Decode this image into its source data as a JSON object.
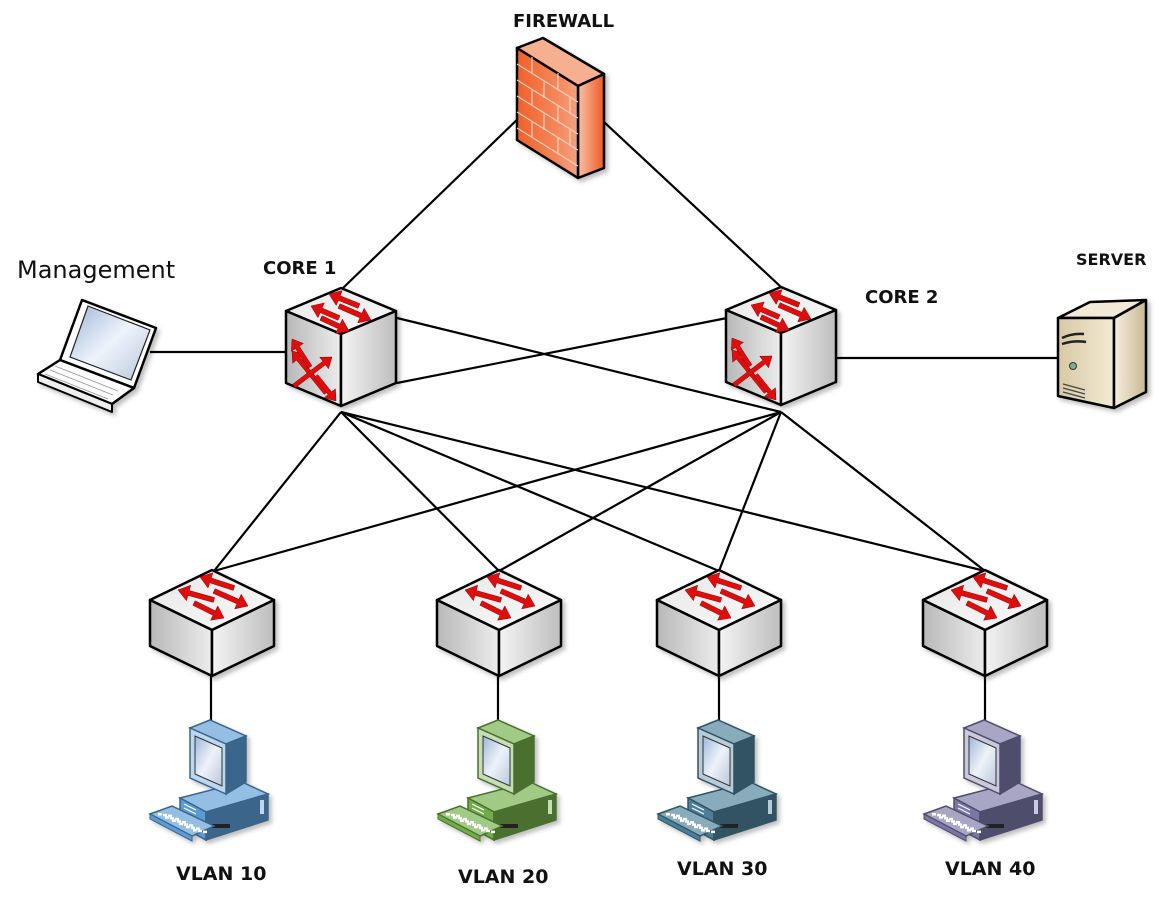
{
  "diagram": {
    "title": "",
    "nodes": {
      "firewall": {
        "label": "FIREWALL",
        "type": "firewall"
      },
      "core1": {
        "label": "CORE 1",
        "type": "multilayer-switch"
      },
      "core2": {
        "label": "CORE 2",
        "type": "multilayer-switch"
      },
      "management": {
        "label": "Management",
        "type": "laptop"
      },
      "server": {
        "label": "SERVER",
        "type": "server"
      },
      "access1": {
        "label": "",
        "type": "switch"
      },
      "access2": {
        "label": "",
        "type": "switch"
      },
      "access3": {
        "label": "",
        "type": "switch"
      },
      "access4": {
        "label": "",
        "type": "switch"
      },
      "pc10": {
        "label": "VLAN 10",
        "type": "workstation",
        "color": "#5b9bd5"
      },
      "pc20": {
        "label": "VLAN 20",
        "type": "workstation",
        "color": "#70ad47"
      },
      "pc30": {
        "label": "VLAN 30",
        "type": "workstation",
        "color": "#4a7f9a"
      },
      "pc40": {
        "label": "VLAN 40",
        "type": "workstation",
        "color": "#7a76a6"
      }
    },
    "links": [
      [
        "firewall",
        "core1"
      ],
      [
        "firewall",
        "core2"
      ],
      [
        "management",
        "core1"
      ],
      [
        "core2",
        "server"
      ],
      [
        "core1",
        "core2"
      ],
      [
        "core1",
        "core2"
      ],
      [
        "core1",
        "access1"
      ],
      [
        "core1",
        "access2"
      ],
      [
        "core1",
        "access3"
      ],
      [
        "core1",
        "access4"
      ],
      [
        "core2",
        "access1"
      ],
      [
        "core2",
        "access2"
      ],
      [
        "core2",
        "access3"
      ],
      [
        "core2",
        "access4"
      ],
      [
        "access1",
        "pc10"
      ],
      [
        "access2",
        "pc20"
      ],
      [
        "access3",
        "pc30"
      ],
      [
        "access4",
        "pc40"
      ]
    ],
    "colors": {
      "firewall": "#f26b3a",
      "arrow": "#e01010",
      "device_gray": "#d9d9d9",
      "server": "#e8dcc0",
      "line": "#000000"
    }
  }
}
